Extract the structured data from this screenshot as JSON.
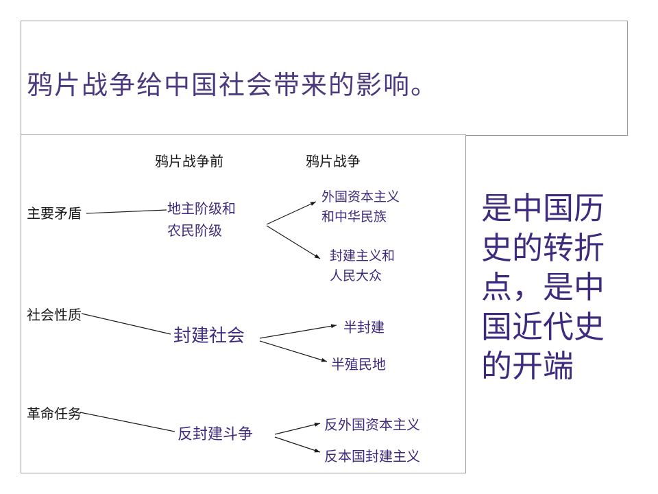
{
  "title": "鸦片战争给中国社会带来的影响。",
  "diagram": {
    "column_headers": [
      "鸦片战争前",
      "鸦片战争"
    ],
    "row_labels": [
      "主要矛盾",
      "社会性质",
      "革命任务"
    ],
    "before_items": [
      "地主阶级和农民阶级",
      "封建社会",
      "反封建斗争"
    ],
    "after_items": {
      "row1": [
        "外国资本主义和中华民族",
        "封建主义和人民大众"
      ],
      "row2": [
        "半封建",
        "半殖民地"
      ],
      "row3": [
        "反外国资本主义",
        "反本国封建主义"
      ]
    }
  },
  "side_note": "是中国历史的转折点，是中国近代史的开端",
  "colors": {
    "title_purple": "#4c3a7e",
    "accent_purple": "#3f2b7e",
    "text_black": "#1a1a1a",
    "box_border": "#9a9a9a"
  }
}
